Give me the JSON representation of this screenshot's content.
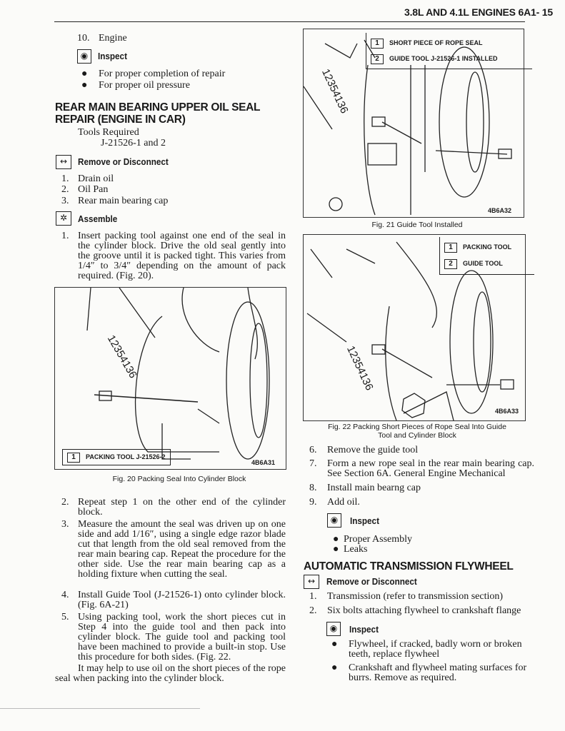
{
  "header": {
    "title": "3.8L AND 4.1L ENGINES 6A1- 15"
  },
  "left": {
    "step10": {
      "num": "10.",
      "text": "Engine"
    },
    "inspect1": {
      "label": "Inspect",
      "bullets": [
        "For proper completion of repair",
        "For proper oil pressure"
      ]
    },
    "section1": {
      "title_line1": "REAR MAIN BEARING UPPER OIL SEAL",
      "title_line2": "REPAIR (ENGINE IN CAR)"
    },
    "tools": {
      "label": "Tools Required",
      "value": "J-21526-1 and 2"
    },
    "remove1": {
      "label": "Remove or Disconnect",
      "items": [
        {
          "num": "1.",
          "text": "Drain oil"
        },
        {
          "num": "2.",
          "text": "Oil Pan"
        },
        {
          "num": "3.",
          "text": "Rear main bearing cap"
        }
      ]
    },
    "assemble": {
      "label": "Assemble",
      "items": [
        {
          "num": "1.",
          "text": "Insert packing tool against one end of the seal in the cylinder block. Drive the old seal gently into the groove until it is packed tight. This varies from 1/4″ to 3/4″ depending on the amount of pack required. (Fig. 20)."
        }
      ]
    },
    "fig20": {
      "callout_num": "1",
      "callout": "PACKING TOOL J-21526-2",
      "code": "4B6A31",
      "rotated_numbers": "12354136",
      "caption": "Fig. 20 Packing Seal Into Cylinder Block"
    },
    "steps": [
      {
        "num": "2.",
        "text": "Repeat step 1 on the other end of the cylinder block."
      },
      {
        "num": "3.",
        "text": "Measure the amount the seal was driven up on one side and add 1/16″, using a single edge razor blade cut that length from the old seal removed from the rear main bearing cap. Repeat the procedure for the other side. Use the rear main bearing cap as a holding fixture when cutting the seal."
      },
      {
        "num": "4.",
        "text": "Install Guide Tool (J-21526-1) onto cylinder block. (Fig. 6A-21)"
      },
      {
        "num": "5.",
        "text": "Using packing tool, work the short pieces cut in Step 4 into the guide tool and then pack into cylinder block. The guide tool and packing tool have been machined to provide a built-in stop. Use this procedure for both sides. (Fig. 22."
      }
    ],
    "note": "It may help to use oil on the short pieces of the rope seal when packing into the cylinder block."
  },
  "right": {
    "fig21": {
      "legend": [
        {
          "num": "1",
          "text": "SHORT PIECE OF ROPE SEAL"
        },
        {
          "num": "2",
          "text": "GUIDE TOOL J-21526-1 INSTALLED"
        }
      ],
      "code": "4B6A32",
      "rotated_numbers": "12354136",
      "caption": "Fig. 21 Guide Tool Installed"
    },
    "fig22": {
      "legend": [
        {
          "num": "1",
          "text": "PACKING TOOL"
        },
        {
          "num": "2",
          "text": "GUIDE TOOL"
        }
      ],
      "code": "4B6A33",
      "rotated_numbers": "12354136",
      "caption_line1": "Fig. 22 Packing Short Pieces of Rope Seal Into Guide",
      "caption_line2": "Tool and Cylinder Block"
    },
    "steps": [
      {
        "num": "6.",
        "text": "Remove the guide tool"
      },
      {
        "num": "7.",
        "text": "Form a new rope seal in the rear main bearing cap. See Section 6A. General Engine Mechanical"
      },
      {
        "num": "8.",
        "text": "Install main bearng cap"
      },
      {
        "num": "9.",
        "text": "Add oil."
      }
    ],
    "inspect2": {
      "label": "Inspect",
      "bullets": [
        "Proper Assembly",
        "Leaks"
      ]
    },
    "section2": {
      "title": "AUTOMATIC TRANSMISSION FLYWHEEL"
    },
    "remove2": {
      "label": "Remove or Disconnect",
      "items": [
        {
          "num": "1.",
          "text": "Transmission (refer to transmission section)"
        },
        {
          "num": "2.",
          "text": "Six bolts attaching flywheel to crankshaft flange"
        }
      ]
    },
    "inspect3": {
      "label": "Inspect",
      "bullets": [
        "Flywheel, if cracked, badly worn or broken teeth, replace flywheel",
        "Crankshaft and flywheel mating surfaces for burrs. Remove as required."
      ]
    }
  }
}
